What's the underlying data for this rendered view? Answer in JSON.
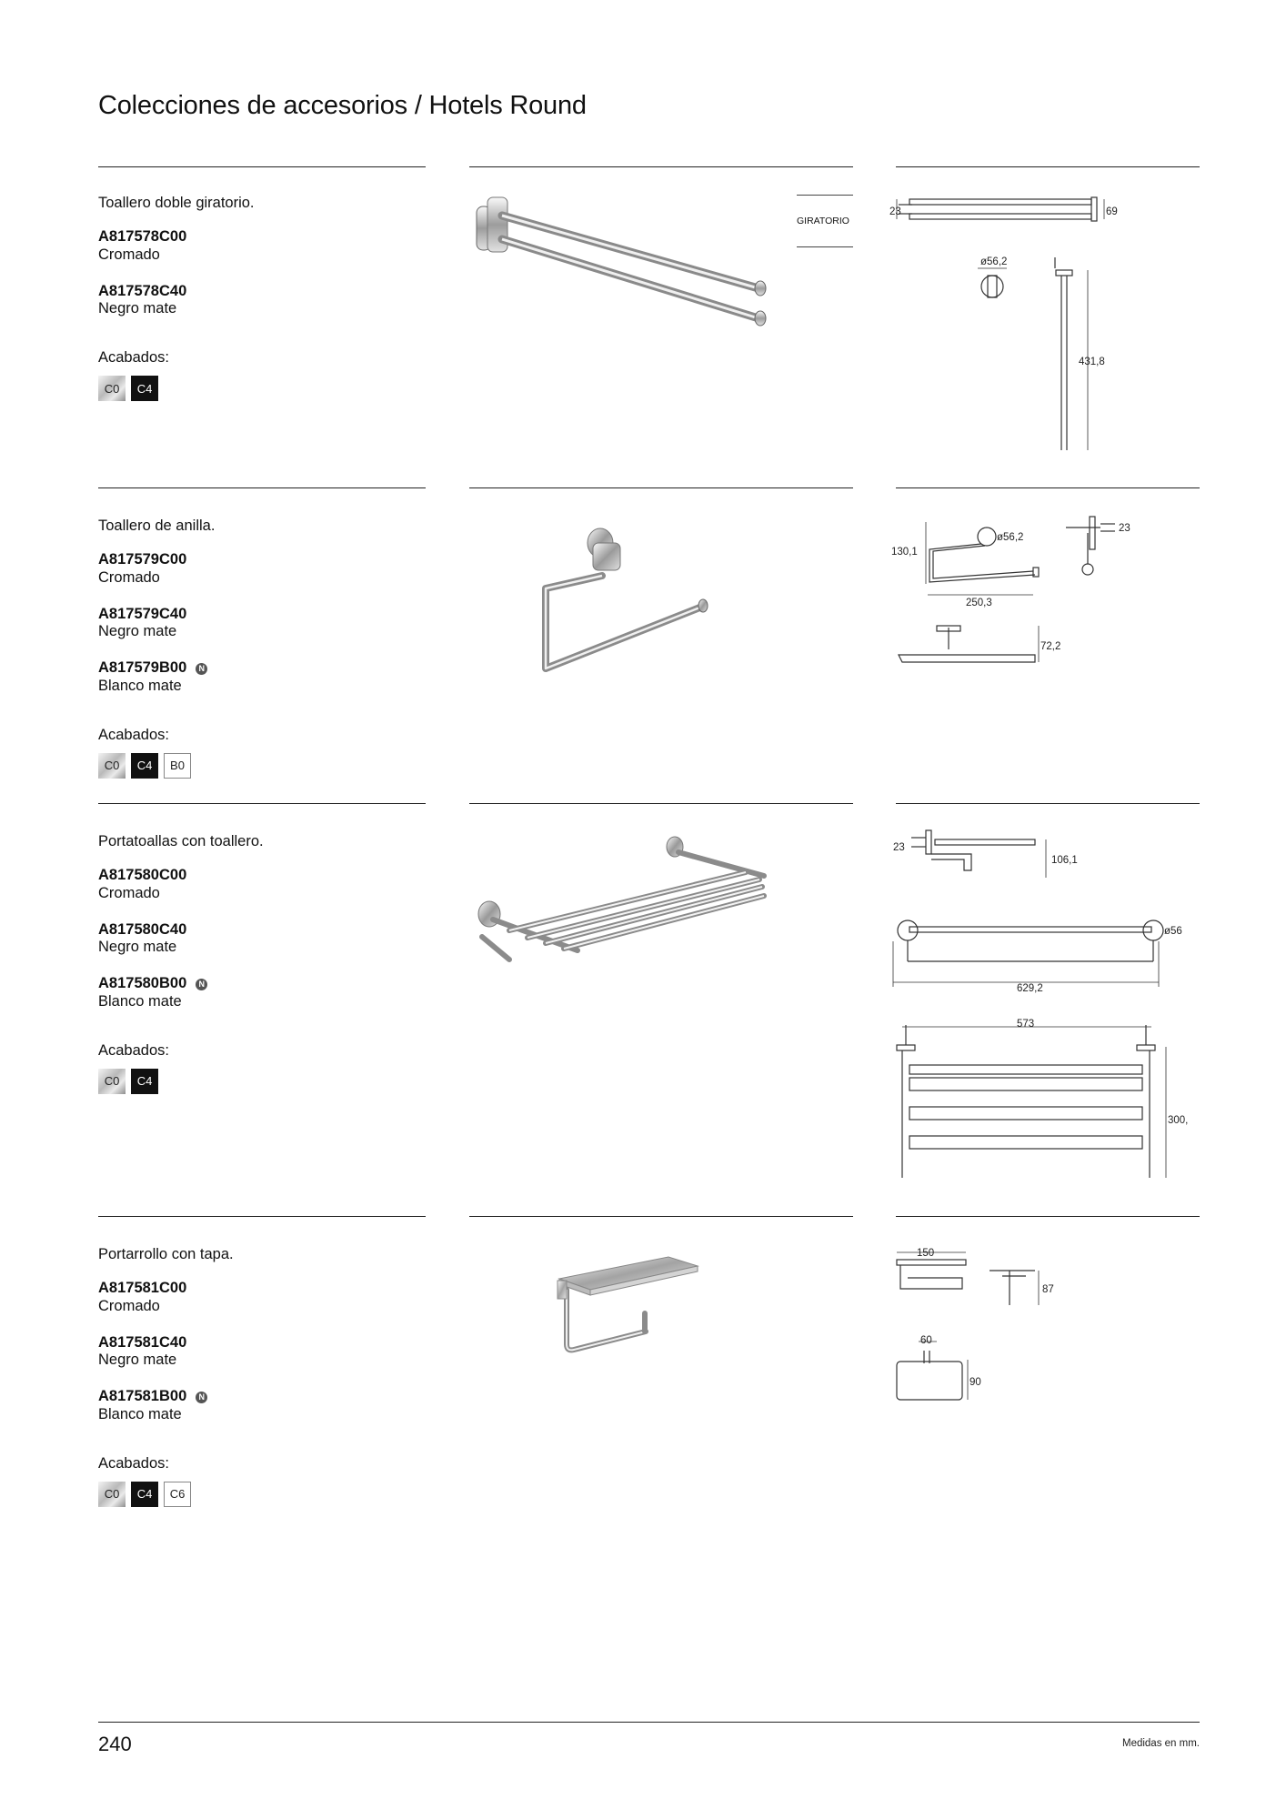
{
  "page": {
    "title": "Colecciones de accesorios / Hotels Round",
    "number": "240",
    "note": "Medidas en mm."
  },
  "products": [
    {
      "description": "Toallero doble giratorio.",
      "variants": [
        {
          "code": "A817578C00",
          "finish": "Cromado",
          "new": false
        },
        {
          "code": "A817578C40",
          "finish": "Negro mate",
          "new": false
        }
      ],
      "finishes_label": "Acabados:",
      "swatches": [
        {
          "code": "C0",
          "style": "chrome"
        },
        {
          "code": "C4",
          "style": "black"
        }
      ],
      "tag": "GIRATORIO",
      "dims": {
        "d1": "23",
        "d2": "69",
        "d3": "ø56,2",
        "d4": "431,8"
      }
    },
    {
      "description": "Toallero de anilla.",
      "variants": [
        {
          "code": "A817579C00",
          "finish": "Cromado",
          "new": false
        },
        {
          "code": "A817579C40",
          "finish": "Negro mate",
          "new": false
        },
        {
          "code": "A817579B00",
          "finish": "Blanco mate",
          "new": true
        }
      ],
      "finishes_label": "Acabados:",
      "swatches": [
        {
          "code": "C0",
          "style": "chrome"
        },
        {
          "code": "C4",
          "style": "black"
        },
        {
          "code": "B0",
          "style": "white"
        }
      ],
      "dims": {
        "d1": "130,1",
        "d2": "ø56,2",
        "d3": "250,3",
        "d4": "23",
        "d5": "72,2"
      }
    },
    {
      "description": "Portatoallas con toallero.",
      "variants": [
        {
          "code": "A817580C00",
          "finish": "Cromado",
          "new": false
        },
        {
          "code": "A817580C40",
          "finish": "Negro mate",
          "new": false
        },
        {
          "code": "A817580B00",
          "finish": "Blanco mate",
          "new": true
        }
      ],
      "finishes_label": "Acabados:",
      "swatches": [
        {
          "code": "C0",
          "style": "chrome"
        },
        {
          "code": "C4",
          "style": "black"
        }
      ],
      "dims": {
        "d1": "23",
        "d2": "106,1",
        "d3": "ø56",
        "d4": "629,2",
        "d5": "573",
        "d6": "300,"
      }
    },
    {
      "description": "Portarrollo con tapa.",
      "variants": [
        {
          "code": "A817581C00",
          "finish": "Cromado",
          "new": false
        },
        {
          "code": "A817581C40",
          "finish": "Negro mate",
          "new": false
        },
        {
          "code": "A817581B00",
          "finish": "Blanco mate",
          "new": true
        }
      ],
      "finishes_label": "Acabados:",
      "swatches": [
        {
          "code": "C0",
          "style": "chrome"
        },
        {
          "code": "C4",
          "style": "black"
        },
        {
          "code": "C6",
          "style": "white"
        }
      ],
      "dims": {
        "d1": "150",
        "d2": "87",
        "d3": "60",
        "d4": "90"
      }
    }
  ],
  "new_badge_letter": "N"
}
